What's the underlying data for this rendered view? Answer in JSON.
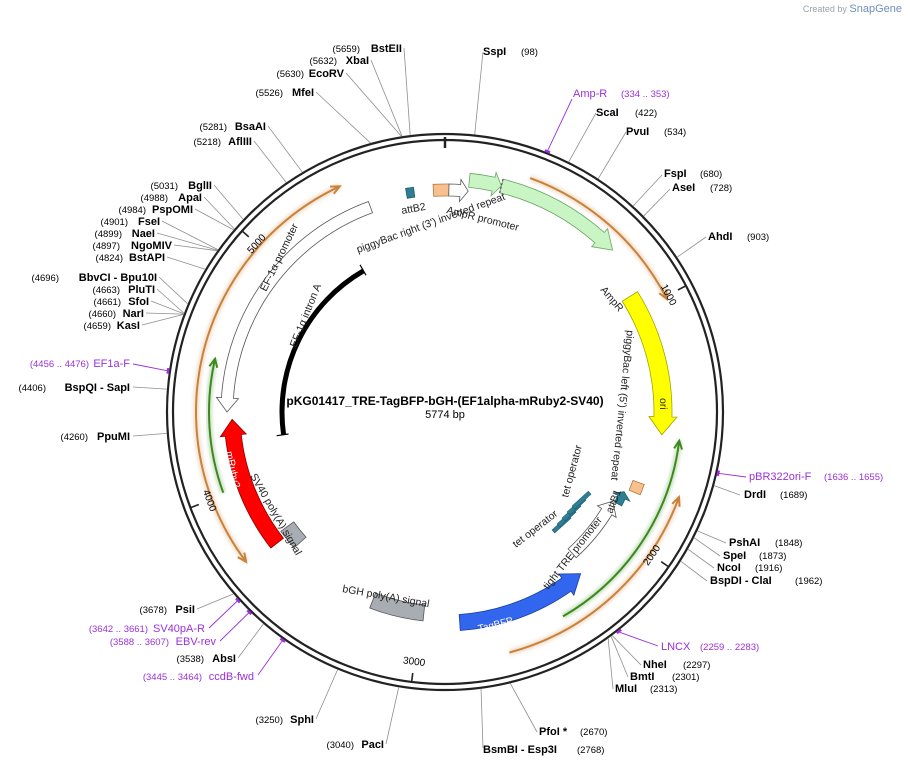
{
  "credit": {
    "prefix": "Created by",
    "brand": "SnapGene"
  },
  "plasmid": {
    "name": "pKG01417_TRE-TagBFP-bGH-(EF1alpha-mRuby2-SV40)",
    "size_label": "5774 bp",
    "length": 5774
  },
  "ticks": [
    {
      "pos": 1000,
      "label": "1000"
    },
    {
      "pos": 2000,
      "label": "2000"
    },
    {
      "pos": 3000,
      "label": "3000"
    },
    {
      "pos": 4000,
      "label": "4000"
    },
    {
      "pos": 5000,
      "label": "5000"
    }
  ],
  "sites": [
    {
      "name": "SspI",
      "pos": "(98)",
      "bp": 98
    },
    {
      "name": "ScaI",
      "pos": "(422)",
      "bp": 422
    },
    {
      "name": "PvuI",
      "pos": "(534)",
      "bp": 534
    },
    {
      "name": "FspI",
      "pos": "(680)",
      "bp": 680
    },
    {
      "name": "AseI",
      "pos": "(728)",
      "bp": 728
    },
    {
      "name": "AhdI",
      "pos": "(903)",
      "bp": 903
    },
    {
      "name": "DrdI",
      "pos": "(1689)",
      "bp": 1689
    },
    {
      "name": "PshAI",
      "pos": "(1848)",
      "bp": 1848
    },
    {
      "name": "SpeI",
      "pos": "(1873)",
      "bp": 1873
    },
    {
      "name": "NcoI",
      "pos": "(1916)",
      "bp": 1916
    },
    {
      "name": "BspDI - ClaI",
      "pos": "(1962)",
      "bp": 1962
    },
    {
      "name": "NheI",
      "pos": "(2297)",
      "bp": 2297
    },
    {
      "name": "BmtI",
      "pos": "(2301)",
      "bp": 2301
    },
    {
      "name": "MluI",
      "pos": "(2313)",
      "bp": 2313
    },
    {
      "name": "PfoI *",
      "pos": "(2670)",
      "bp": 2670
    },
    {
      "name": "BsmBI - Esp3I",
      "pos": "(2768)",
      "bp": 2768
    },
    {
      "name": "PacI",
      "pos": "(3040)",
      "bp": 3040
    },
    {
      "name": "SphI",
      "pos": "(3250)",
      "bp": 3250
    },
    {
      "name": "AbsI",
      "pos": "(3538)",
      "bp": 3538
    },
    {
      "name": "PsiI",
      "pos": "(3678)",
      "bp": 3678
    },
    {
      "name": "PpuMI",
      "pos": "(4260)",
      "bp": 4260
    },
    {
      "name": "BspQI - SapI",
      "pos": "(4406)",
      "bp": 4406
    },
    {
      "name": "KasI",
      "pos": "(4659)",
      "bp": 4659
    },
    {
      "name": "NarI",
      "pos": "(4660)",
      "bp": 4660
    },
    {
      "name": "SfoI",
      "pos": "(4661)",
      "bp": 4661
    },
    {
      "name": "PluTI",
      "pos": "(4663)",
      "bp": 4663
    },
    {
      "name": "BbvCI - Bpu10I",
      "pos": "(4696)",
      "bp": 4696
    },
    {
      "name": "BstAPI",
      "pos": "(4824)",
      "bp": 4824
    },
    {
      "name": "NgoMIV",
      "pos": "(4897)",
      "bp": 4897
    },
    {
      "name": "NaeI",
      "pos": "(4899)",
      "bp": 4899
    },
    {
      "name": "FseI",
      "pos": "(4901)",
      "bp": 4901
    },
    {
      "name": "PspOMI",
      "pos": "(4984)",
      "bp": 4984
    },
    {
      "name": "ApaI",
      "pos": "(4988)",
      "bp": 4988
    },
    {
      "name": "BglII",
      "pos": "(5031)",
      "bp": 5031
    },
    {
      "name": "AflIII",
      "pos": "(5218)",
      "bp": 5218
    },
    {
      "name": "BsaAI",
      "pos": "(5281)",
      "bp": 5281
    },
    {
      "name": "MfeI",
      "pos": "(5526)",
      "bp": 5526
    },
    {
      "name": "EcoRV",
      "pos": "(5630)",
      "bp": 5630
    },
    {
      "name": "XbaI",
      "pos": "(5632)",
      "bp": 5632
    },
    {
      "name": "BstEII",
      "pos": "(5659)",
      "bp": 5659
    }
  ],
  "primers": [
    {
      "name": "Amp-R",
      "pos": "(334 .. 353)"
    },
    {
      "name": "pBR322ori-F",
      "pos": "(1636 .. 1655)"
    },
    {
      "name": "LNCX",
      "pos": "(2259 .. 2283)"
    },
    {
      "name": "ccdB-fwd",
      "pos": "(3445 .. 3464)"
    },
    {
      "name": "EBV-rev",
      "pos": "(3588 .. 3607)"
    },
    {
      "name": "SV40pA-R",
      "pos": "(3642 .. 3661)"
    },
    {
      "name": "EF1a-F",
      "pos": "(4456 .. 4476)"
    }
  ],
  "features": [
    {
      "name": "AmpR promoter",
      "type": "promoter"
    },
    {
      "name": "AmpR",
      "type": "cds"
    },
    {
      "name": "ori",
      "type": "rep_origin"
    },
    {
      "name": "piggyBac left (5') inverted repeat",
      "type": "repeat"
    },
    {
      "name": "attB1",
      "type": "misc"
    },
    {
      "name": "tet operator",
      "type": "operator"
    },
    {
      "name": "tet operator",
      "type": "operator"
    },
    {
      "name": "tight TRE promoter",
      "type": "promoter"
    },
    {
      "name": "TagBFP",
      "type": "cds"
    },
    {
      "name": "bGH poly(A) signal",
      "type": "terminator"
    },
    {
      "name": "SV40 poly(A) signal",
      "type": "terminator"
    },
    {
      "name": "mRuby2",
      "type": "cds"
    },
    {
      "name": "EF-1α promoter",
      "type": "promoter"
    },
    {
      "name": "EF-1α intron A",
      "type": "intron"
    },
    {
      "name": "attB2",
      "type": "misc"
    },
    {
      "name": "piggyBac right (3') inverted repeat",
      "type": "repeat"
    }
  ],
  "colors": {
    "ampr": "#c9f5c4",
    "ori": "#ffff00",
    "mruby2": "#ff0000",
    "tagbfp": "#3366ee",
    "terminator": "#a8adb3",
    "attb": "#f9c08f",
    "teal": "#2e7f94",
    "orf_orange": "#c9823a",
    "orf_green": "#3c8a1e",
    "primer": "#9b30d9"
  }
}
